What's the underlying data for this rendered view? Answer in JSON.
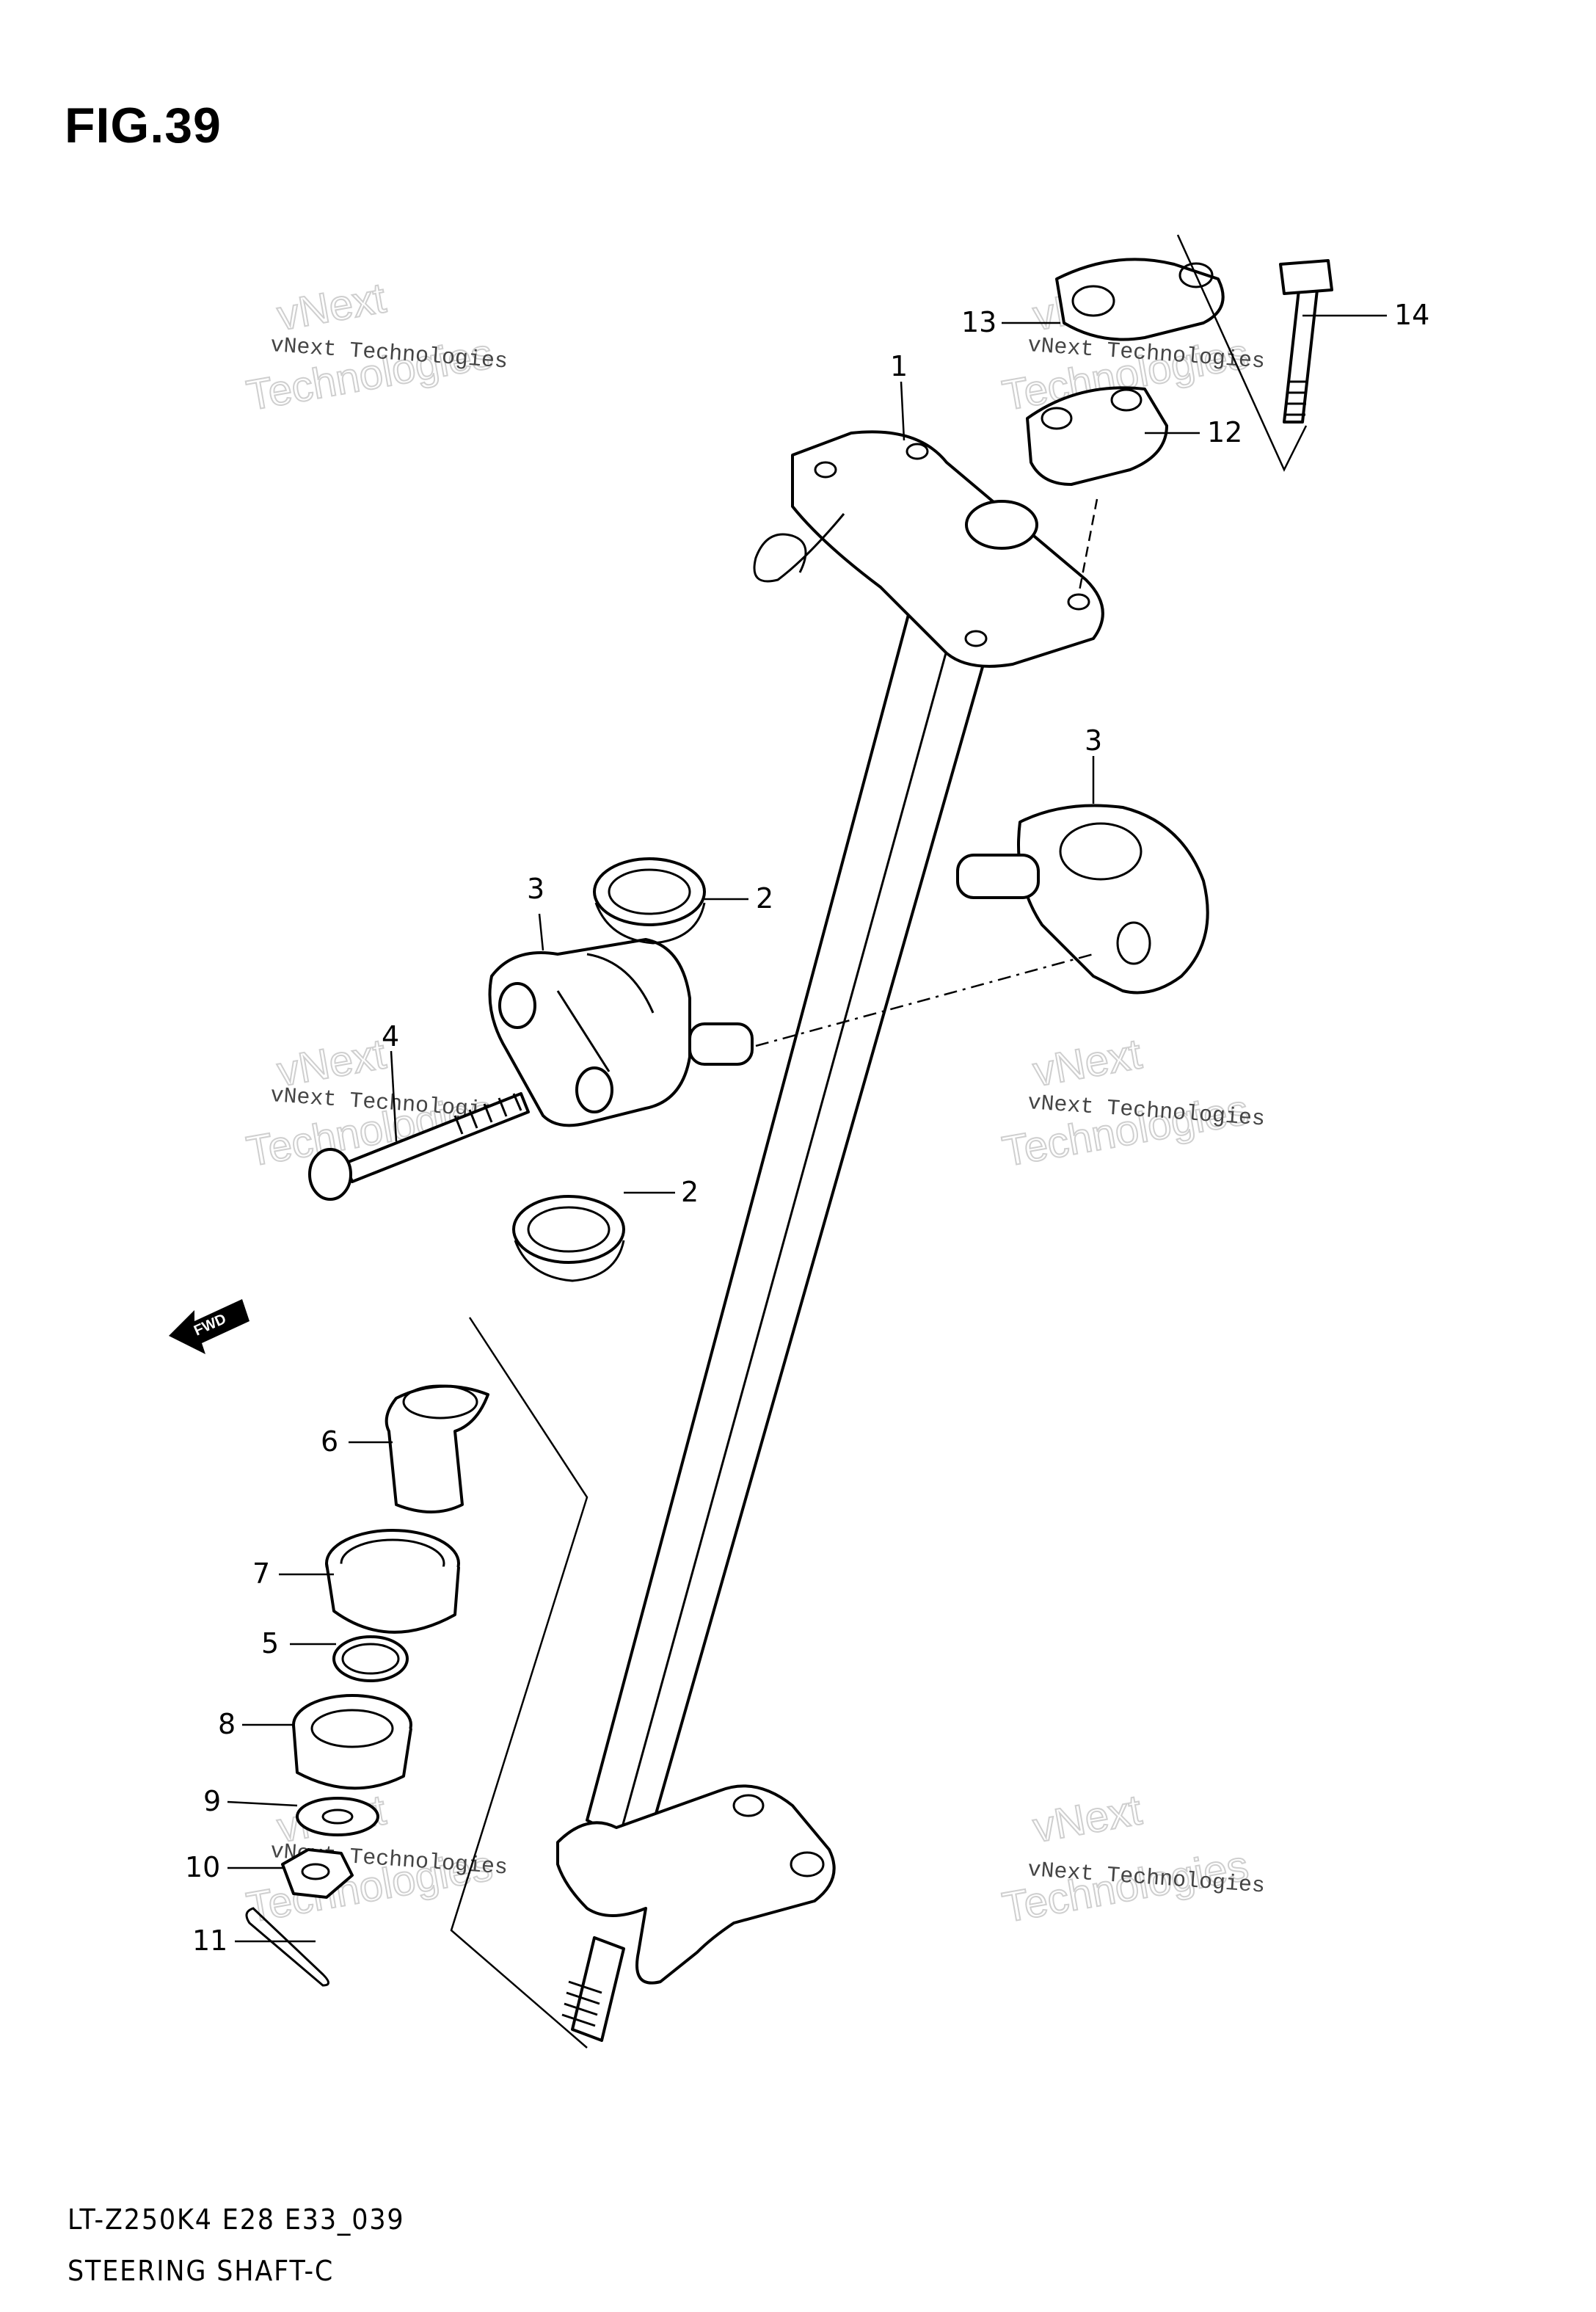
{
  "figure": {
    "title": "FIG.39",
    "model_code": "LT-Z250K4 E28 E33_039",
    "name": "STEERING SHAFT-C"
  },
  "watermark": {
    "line1": "vNext Technologies",
    "line2": "vNext",
    "line3": "Technologies"
  },
  "direction_marker": "FWD",
  "callouts": [
    "1",
    "2",
    "2",
    "3",
    "3",
    "4",
    "5",
    "6",
    "7",
    "8",
    "9",
    "10",
    "11",
    "12",
    "13",
    "14"
  ]
}
